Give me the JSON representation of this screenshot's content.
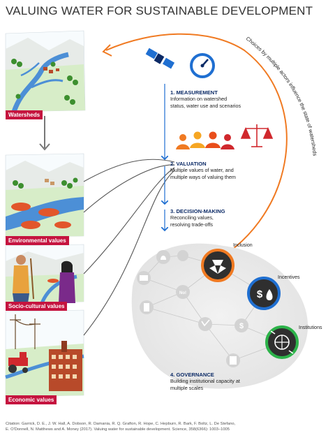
{
  "title": "VALUING WATER FOR SUSTAINABLE DEVELOPMENT",
  "panels": {
    "watersheds": "Watersheds",
    "environmental": "Environmental values",
    "sociocultural": "Socio-cultural values",
    "economic": "Economic values"
  },
  "arc_label": "Choices by multiple actors influence the state of watersheds",
  "steps": [
    {
      "head": "1. MEASUREMENT",
      "line1": "Information on watershed",
      "line2": "status, water use and scenarios"
    },
    {
      "head": "2. VALUATION",
      "line1": "Multiple values of water, and",
      "line2": "multiple ways of valuing them"
    },
    {
      "head": "3. DECISION-MAKING",
      "line1": "Reconciling values,",
      "line2": "resolving trade-offs"
    },
    {
      "head": "4. GOVERNANCE",
      "line1": "Building institutional capacity at",
      "line2": "multiple scales"
    }
  ],
  "nodes": {
    "inclusion": "Inclusion",
    "incentives": "Incentives",
    "institutions": "Institutions",
    "no_sign": "No!"
  },
  "citation": {
    "line1": "Citation: Garrick, D. E., J. W. Hall, A. Dobson, R. Damania, R. Q. Grafton, R. Hope, C. Hepburn, R. Bark, F. Boltz, L. De Stefano,",
    "line2": "E. O'Donnell, N. Matthews and A. Money (2017). Valuing water for sustainable development. Science, 358(6366): 1003–1005"
  },
  "colors": {
    "panel_label": "#c5143f",
    "arc": "#f07a22",
    "heading": "#0b2a66",
    "inclusion_ring": "#f07a22",
    "incentives_ring": "#1f6fd1",
    "institutions_ring": "#2db34a"
  }
}
